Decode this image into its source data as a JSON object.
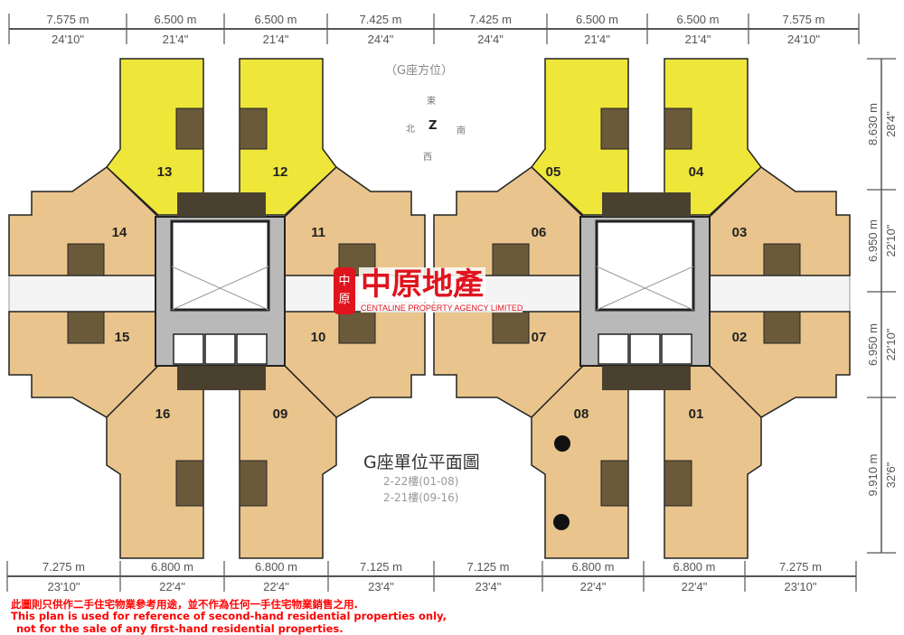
{
  "dimensions": {
    "top": [
      {
        "m": "7.575 m",
        "ft": "24'10\""
      },
      {
        "m": "6.500 m",
        "ft": "21'4\""
      },
      {
        "m": "6.500 m",
        "ft": "21'4\""
      },
      {
        "m": "7.425 m",
        "ft": "24'4\""
      },
      {
        "m": "7.425 m",
        "ft": "24'4\""
      },
      {
        "m": "6.500 m",
        "ft": "21'4\""
      },
      {
        "m": "6.500 m",
        "ft": "21'4\""
      },
      {
        "m": "7.575 m",
        "ft": "24'10\""
      }
    ],
    "bottom": [
      {
        "m": "7.275 m",
        "ft": "23'10\""
      },
      {
        "m": "6.800 m",
        "ft": "22'4\""
      },
      {
        "m": "6.800 m",
        "ft": "22'4\""
      },
      {
        "m": "7.125 m",
        "ft": "23'4\""
      },
      {
        "m": "7.125 m",
        "ft": "23'4\""
      },
      {
        "m": "6.800 m",
        "ft": "22'4\""
      },
      {
        "m": "6.800 m",
        "ft": "22'4\""
      },
      {
        "m": "7.275 m",
        "ft": "23'10\""
      }
    ],
    "right": [
      {
        "m": "8.630 m",
        "ft": "28'4\""
      },
      {
        "m": "6.950 m",
        "ft": "22'10\""
      },
      {
        "m": "6.950 m",
        "ft": "22'10\""
      },
      {
        "m": "9.910 m",
        "ft": "32'6\""
      }
    ]
  },
  "clusters": [
    {
      "units": [
        "13",
        "12",
        "14",
        "11",
        "15",
        "10",
        "16",
        "09"
      ]
    },
    {
      "units": [
        "05",
        "04",
        "06",
        "03",
        "07",
        "02",
        "08",
        "01"
      ]
    }
  ],
  "orientation": {
    "label": "（G座方位）",
    "east": "東",
    "west": "西",
    "north": "北",
    "south": "南"
  },
  "logo": {
    "chinese": "中原地產",
    "seal": [
      "中",
      "原"
    ],
    "english": "CENTALINE PROPERTY AGENCY LIMITED"
  },
  "plan_title": "G座單位平面圖",
  "floors": [
    "2-22樓(01-08)",
    "2-21樓(09-16)"
  ],
  "disclaimer": {
    "chinese": "此圖則只供作二手住宅物業參考用途，並不作為任何一手住宅物業銷售之用.",
    "english_1": "This plan is used for reference of second-hand residential properties only,",
    "english_2": "not for the sale of any first-hand residential properties."
  },
  "colors": {
    "yellow_unit": "#efe63a",
    "tan_unit": "#e9c48c",
    "core": "#b9b9b9",
    "wall": "#222222",
    "accent": "#e0141e"
  }
}
